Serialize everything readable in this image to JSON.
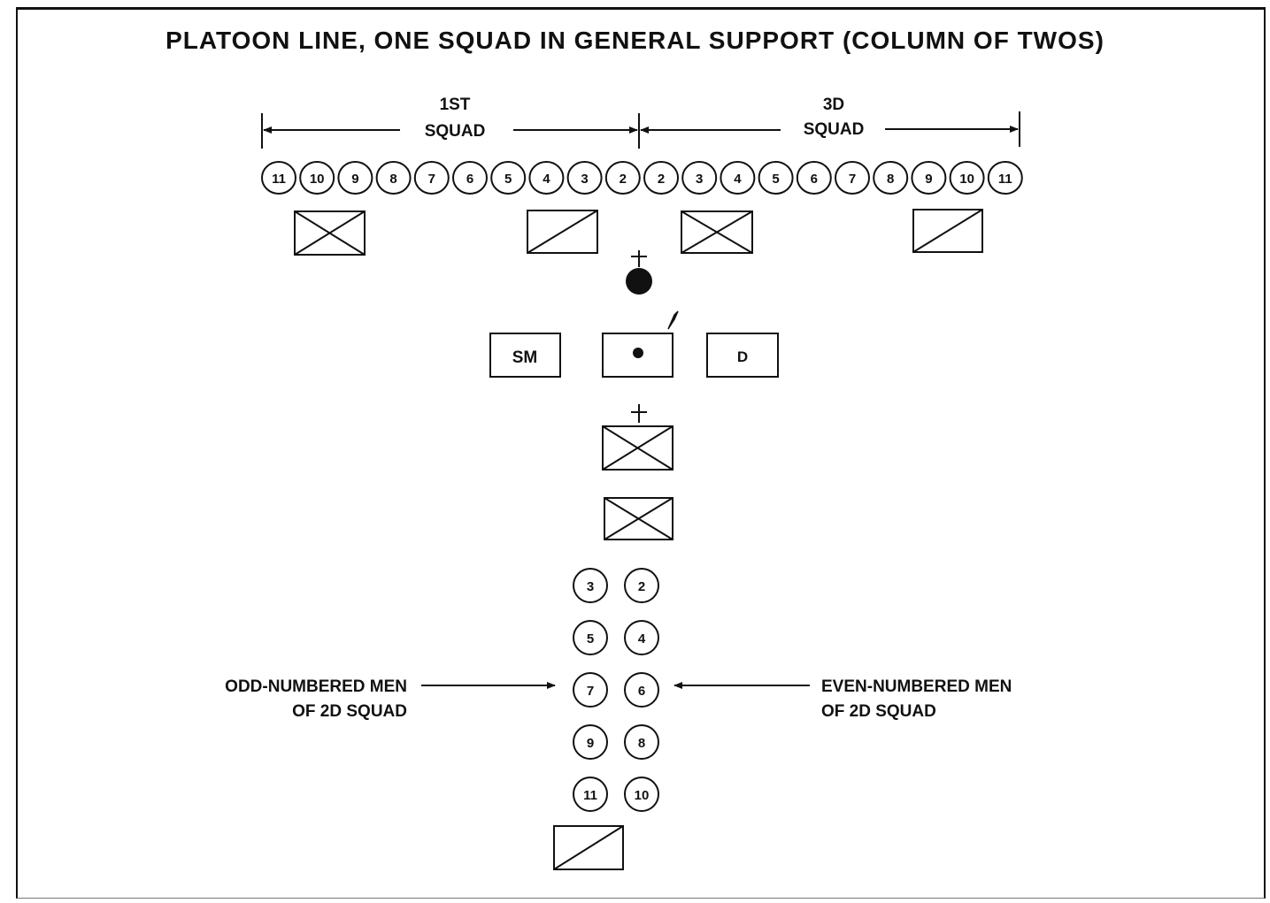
{
  "title": "PLATOON LINE, ONE SQUAD IN GENERAL SUPPORT (COLUMN OF TWOS)",
  "squad_left": {
    "line1": "1ST",
    "line2": "SQUAD"
  },
  "squad_right": {
    "line1": "3D",
    "line2": "SQUAD"
  },
  "front_line_numbers": [
    "11",
    "10",
    "9",
    "8",
    "7",
    "6",
    "5",
    "4",
    "3",
    "2",
    "2",
    "3",
    "4",
    "5",
    "6",
    "7",
    "8",
    "9",
    "10",
    "11"
  ],
  "box_labels": {
    "sm": "SM",
    "d": "D"
  },
  "column_pairs": [
    [
      "3",
      "2"
    ],
    [
      "5",
      "4"
    ],
    [
      "7",
      "6"
    ],
    [
      "9",
      "8"
    ],
    [
      "11",
      "10"
    ]
  ],
  "label_left": {
    "line1": "ODD-NUMBERED MEN",
    "line2": "OF 2D SQUAD"
  },
  "label_right": {
    "line1": "EVEN-NUMBERED MEN",
    "line2": "OF 2D SQUAD"
  },
  "colors": {
    "ink": "#111111",
    "background": "#ffffff"
  }
}
